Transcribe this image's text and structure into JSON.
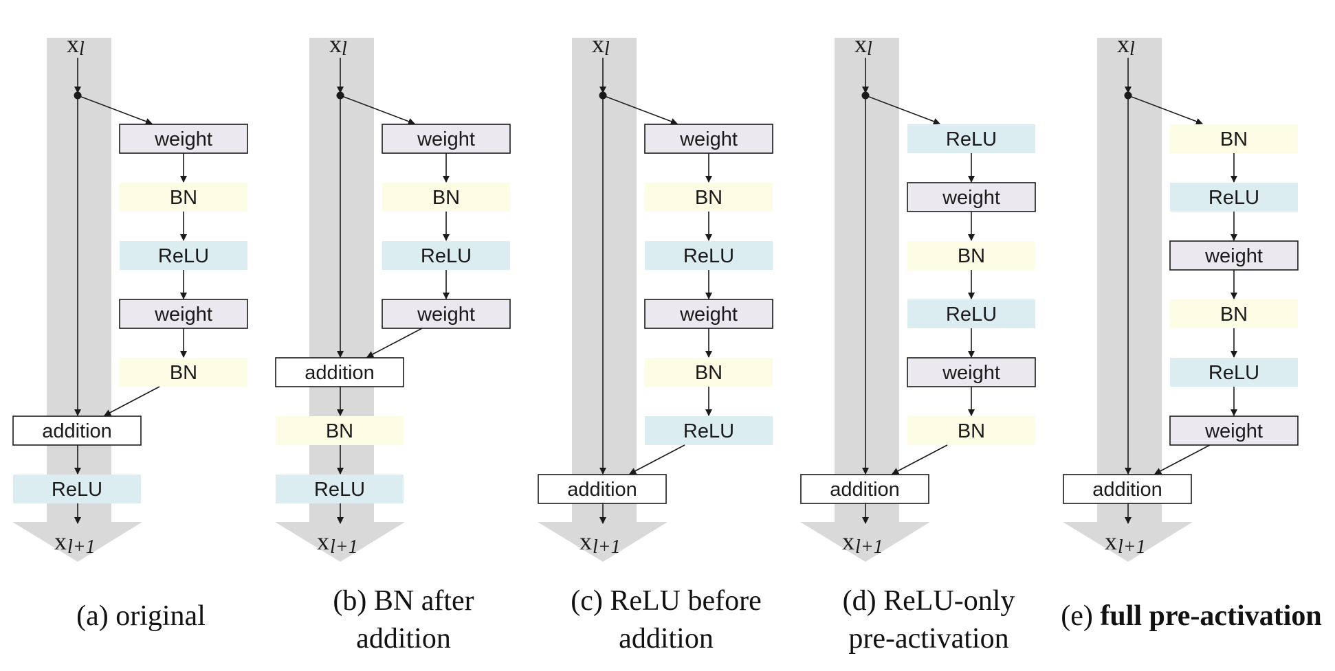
{
  "labels": {
    "x_in": "x",
    "x_in_sub": "l",
    "x_out": "x",
    "x_out_sub": "l+1"
  },
  "colors": {
    "shortcut_band": "#d9d9d9",
    "weight": "#ebe8f0",
    "BN": "#fdfde6",
    "ReLU": "#dcedf2",
    "addition": "#ffffff",
    "stroke": "#1a1a1a"
  },
  "panels": [
    {
      "id": "a",
      "caption_prefix": "(a) ",
      "caption_lines": [
        "original"
      ],
      "caption_bold": false,
      "residual_layers": [
        "weight",
        "BN",
        "ReLU",
        "weight",
        "BN"
      ],
      "post_addition_layers": [
        "ReLU"
      ],
      "addition_label": "addition"
    },
    {
      "id": "b",
      "caption_prefix": "(b) ",
      "caption_lines": [
        "BN after",
        "addition"
      ],
      "caption_bold": false,
      "residual_layers": [
        "weight",
        "BN",
        "ReLU",
        "weight"
      ],
      "post_addition_layers": [
        "BN",
        "ReLU"
      ],
      "addition_label": "addition"
    },
    {
      "id": "c",
      "caption_prefix": "(c) ",
      "caption_lines": [
        "ReLU before",
        "addition"
      ],
      "caption_bold": false,
      "residual_layers": [
        "weight",
        "BN",
        "ReLU",
        "weight",
        "BN",
        "ReLU"
      ],
      "post_addition_layers": [],
      "addition_label": "addition"
    },
    {
      "id": "d",
      "caption_prefix": "(d) ",
      "caption_lines": [
        "ReLU-only",
        "pre-activation"
      ],
      "caption_bold": false,
      "residual_layers": [
        "ReLU",
        "weight",
        "BN",
        "ReLU",
        "weight",
        "BN"
      ],
      "post_addition_layers": [],
      "addition_label": "addition"
    },
    {
      "id": "e",
      "caption_prefix": "(e) ",
      "caption_lines": [
        "full pre-activation"
      ],
      "caption_bold": true,
      "residual_layers": [
        "BN",
        "ReLU",
        "weight",
        "BN",
        "ReLU",
        "weight"
      ],
      "post_addition_layers": [],
      "addition_label": "addition"
    }
  ]
}
